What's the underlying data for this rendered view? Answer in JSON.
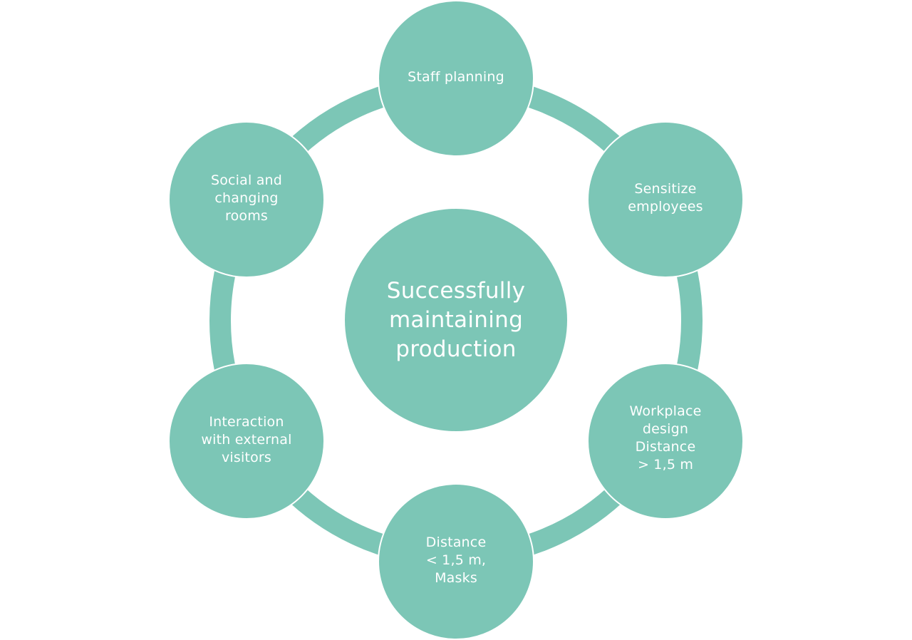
{
  "diagram": {
    "center": {
      "label": "Successfully\nmaintaining\nproduction"
    },
    "nodes": [
      {
        "id": "staff-planning",
        "label": "Staff planning"
      },
      {
        "id": "sensitize-employees",
        "label": "Sensitize\nemployees"
      },
      {
        "id": "workplace-design",
        "label": "Workplace\ndesign\nDistance\n> 1,5 m"
      },
      {
        "id": "distance-masks",
        "label": "Distance\n< 1,5 m,\nMasks"
      },
      {
        "id": "external-visitors",
        "label": "Interaction\nwith external\nvisitors"
      },
      {
        "id": "social-changing-rooms",
        "label": "Social and\nchanging\nrooms"
      }
    ],
    "colors": {
      "fill": "#7cc6b6",
      "text": "#ffffff",
      "background": "#ffffff"
    }
  }
}
